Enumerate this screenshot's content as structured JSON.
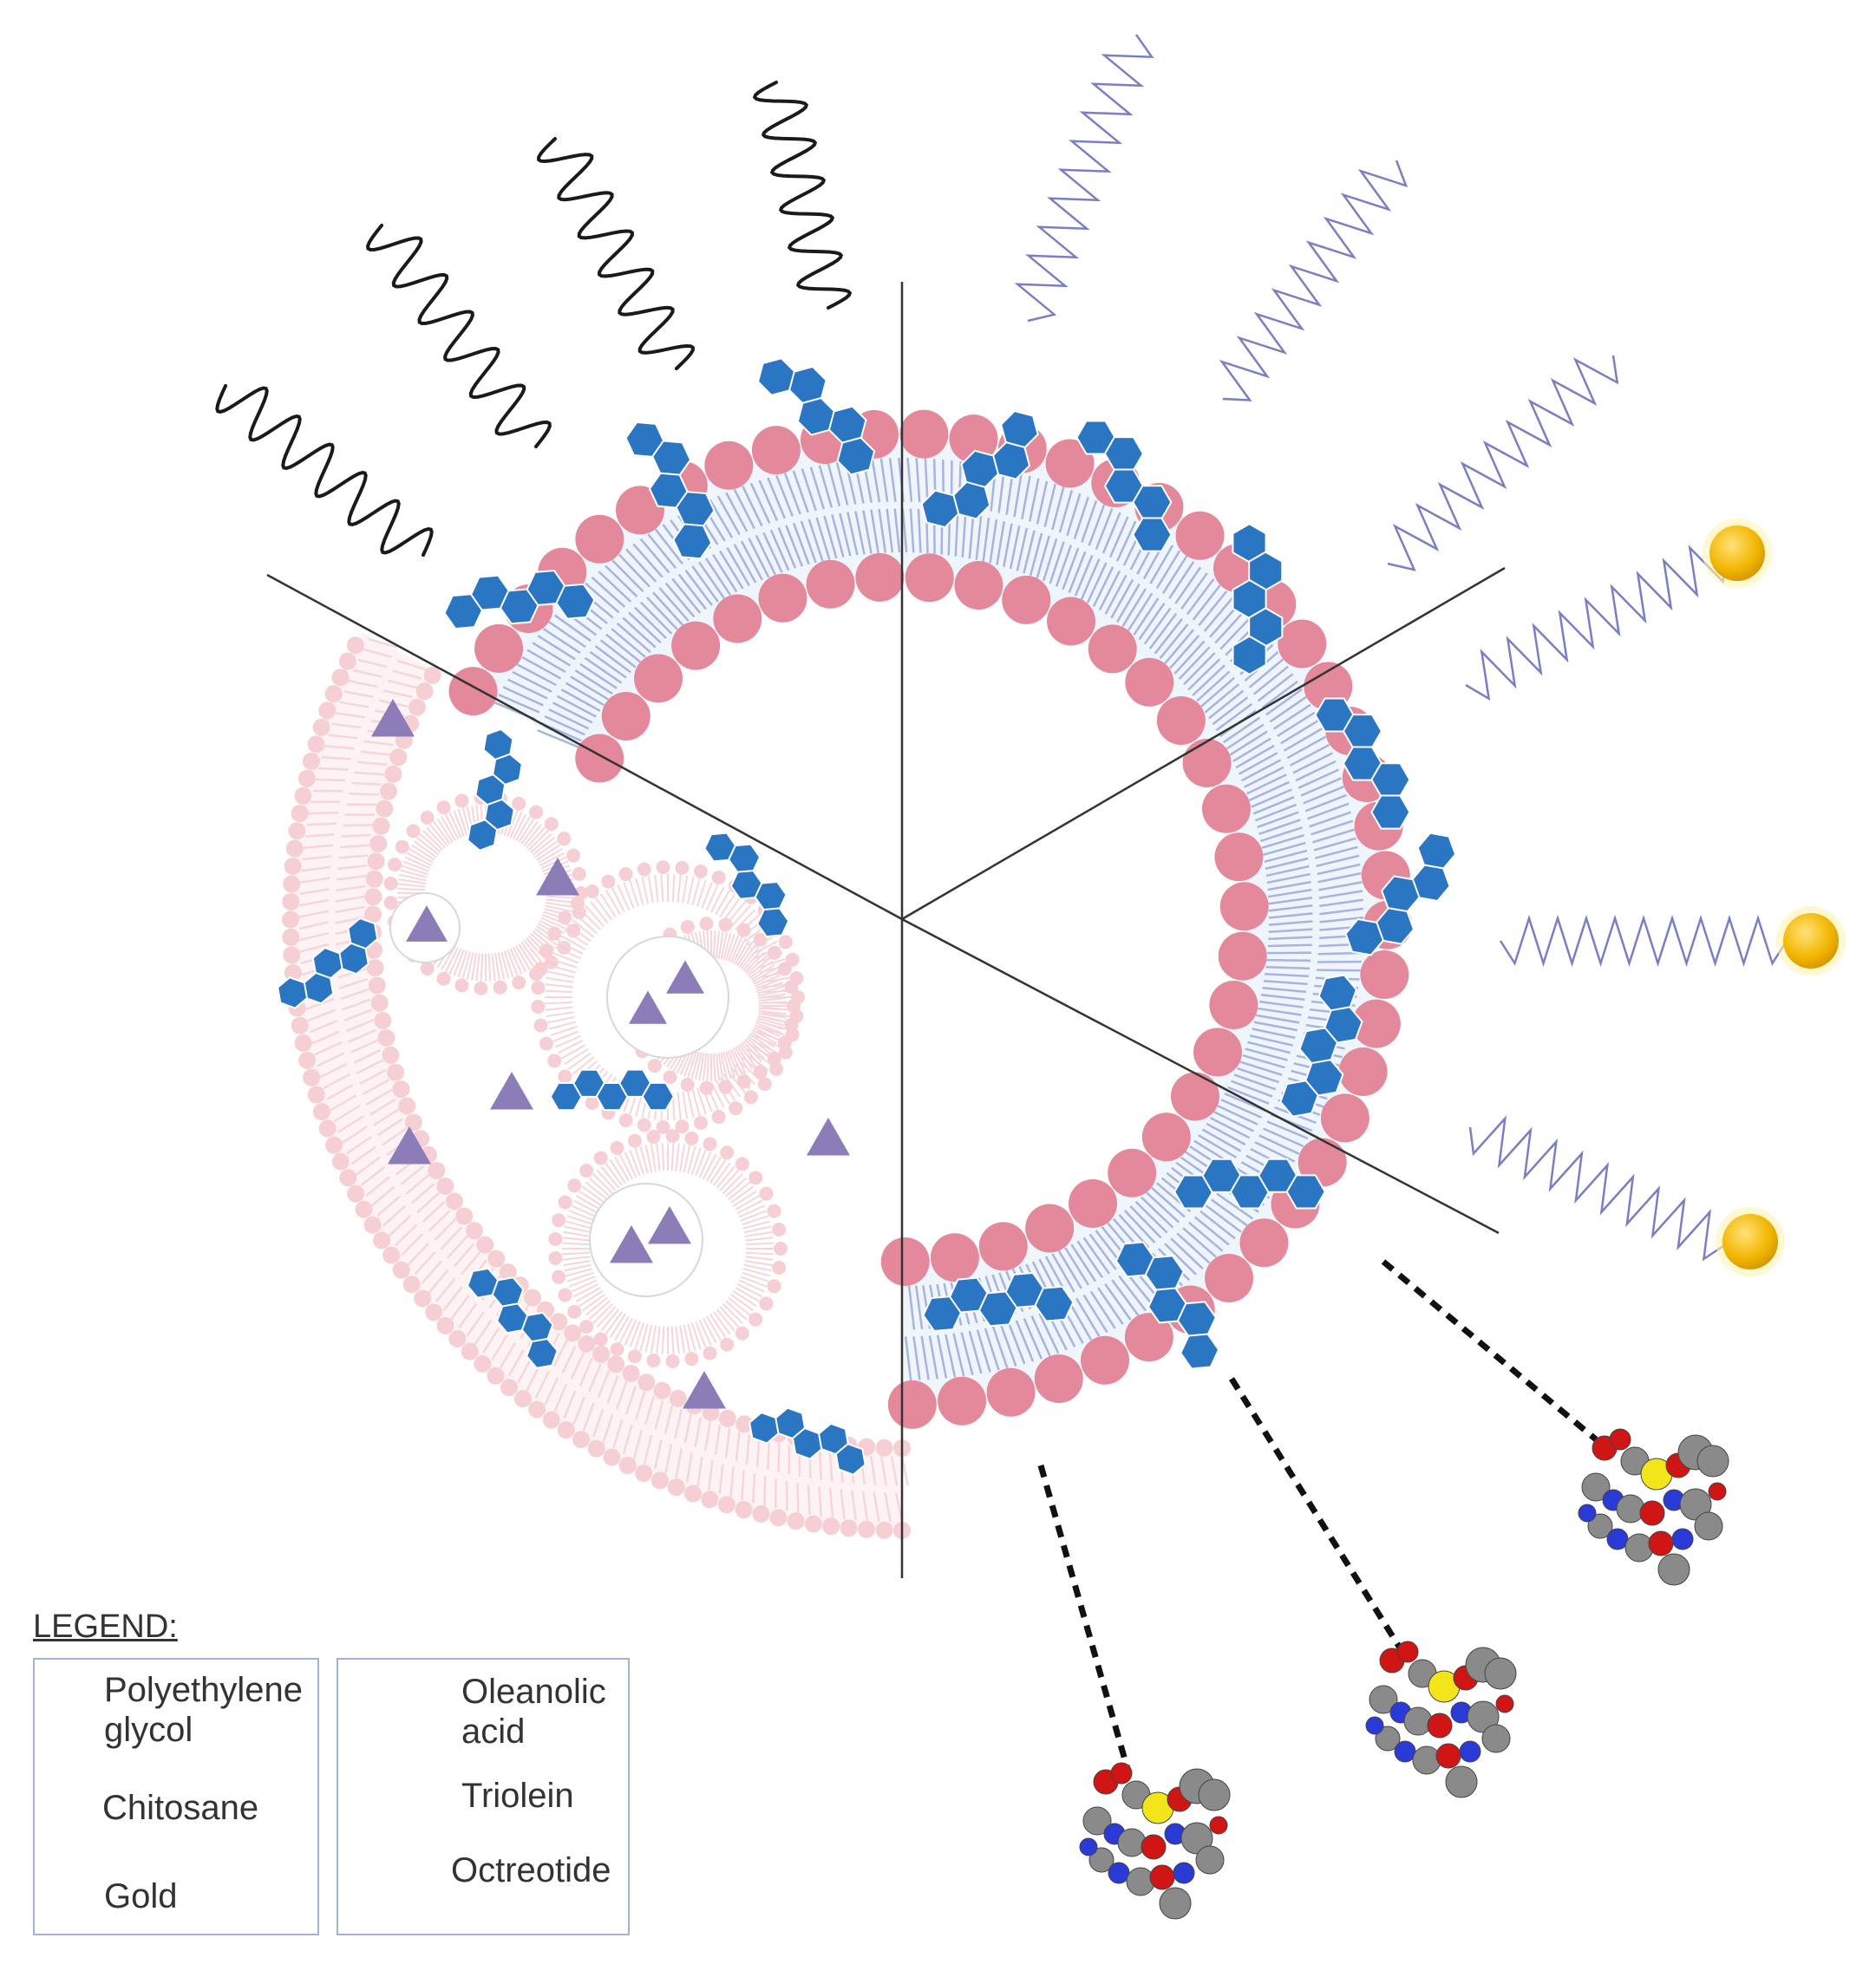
{
  "legend": {
    "title": "LEGEND:",
    "peg_label_line1": "Polyethylene",
    "peg_label_line2": "glycol",
    "chitosan_label": "Chitosane",
    "gold_label": "Gold",
    "oleanolic_label_line1": "Oleanolic",
    "oleanolic_label_line2": "acid",
    "triolein_label": "Triolein",
    "octreotide_label": "Octreotide"
  },
  "colors": {
    "lipid_head": "#e3899b",
    "lipid_head_faded": "#f5cfd3",
    "lipid_tail": "#a9b3df",
    "bilayer_fill": "#eef6fc",
    "oleanolic_acid": "#2b76c2",
    "triolein": "#8c7cb8",
    "peg": "#1a1a1a",
    "chitosan": "#7a7fc4",
    "gold": "#f2b600",
    "atom_red": "#d01515",
    "atom_blue": "#2a3ad6",
    "atom_grey": "#8a8a8a",
    "atom_yellow": "#f2e61a"
  }
}
